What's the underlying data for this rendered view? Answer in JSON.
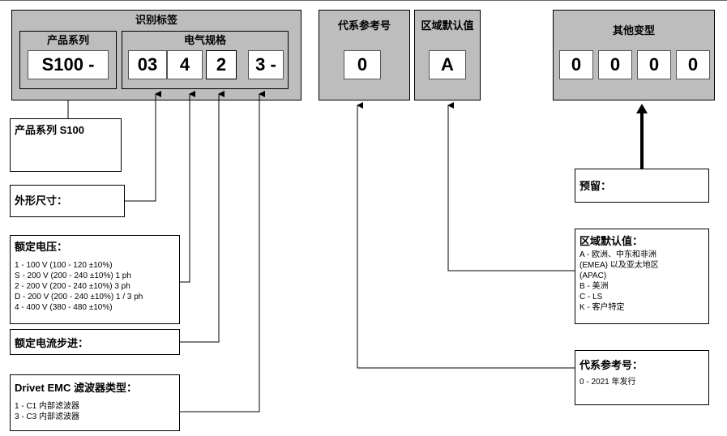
{
  "identification_label": {
    "title": "识别标签",
    "product_series": {
      "title": "产品系列",
      "value": "S100 -"
    },
    "electrical_spec": {
      "title": "电气规格",
      "values": [
        "03",
        "4",
        "2",
        "3 -"
      ]
    }
  },
  "generation": {
    "title": "代系参考号",
    "value": "0"
  },
  "region": {
    "title": "区域默认值",
    "value": "A"
  },
  "other_variants": {
    "title": "其他变型",
    "values": [
      "0",
      "0",
      "0",
      "0"
    ]
  },
  "descriptions": {
    "product_series": {
      "title": "产品系列 S100"
    },
    "frame_size": {
      "title": "外形尺寸："
    },
    "rated_voltage": {
      "title": "额定电压：",
      "lines": [
        "1 - 100 V (100 - 120 ±10%)",
        "S - 200 V (200 - 240 ±10%) 1 ph",
        "2 - 200 V (200 - 240 ±10%) 3 ph",
        "D - 200 V (200 - 240 ±10%) 1 / 3 ph",
        "4 - 400 V (380 - 480 ±10%)"
      ]
    },
    "current_step": {
      "title": "额定电流步进："
    },
    "emc_filter": {
      "title": "Drivet EMC 滤波器类型：",
      "lines": [
        "1 - C1 内部滤波器",
        "3 - C3 内部滤波器"
      ]
    },
    "reserved": {
      "title": "预留："
    },
    "region_default": {
      "title": "区域默认值：",
      "lines": [
        "A - 欧洲、中东和非洲",
        "(EMEA) 以及亚太地区",
        "(APAC)",
        "B - 美洲",
        "C - LS",
        "K - 客户特定"
      ]
    },
    "generation_ref": {
      "title": "代系参考号：",
      "lines": [
        "0 - 2021 年发行"
      ]
    }
  }
}
